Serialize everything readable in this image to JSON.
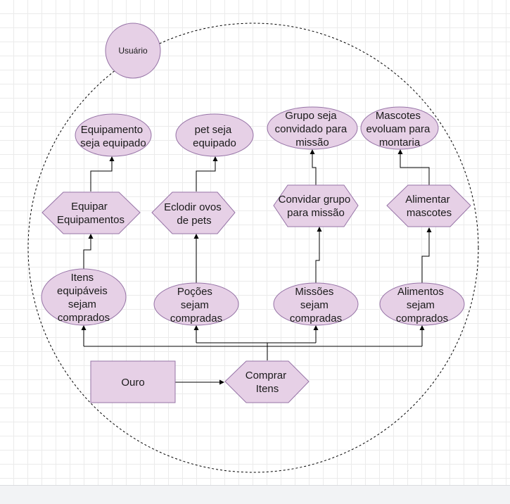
{
  "diagram": {
    "actor": "Usuário",
    "nodes": {
      "ouro": "Ouro",
      "comprar_itens": [
        "Comprar",
        "Itens"
      ],
      "itens_equipaveis": [
        "Itens",
        "equipáveis",
        "sejam",
        "comprados"
      ],
      "pocoes": [
        "Poções",
        "sejam",
        "compradas"
      ],
      "missoes": [
        "Missões",
        "sejam",
        "compradas"
      ],
      "alimentos": [
        "Alimentos",
        "sejam",
        "comprados"
      ],
      "equipar_equipamentos": [
        "Equipar",
        "Equipamentos"
      ],
      "eclodir_ovos": [
        "Eclodir ovos",
        "de pets"
      ],
      "convidar_grupo": [
        "Convidar grupo",
        "para missão"
      ],
      "alimentar_mascotes": [
        "Alimentar",
        "mascotes"
      ],
      "equipamento_equipado": [
        "Equipamento",
        "seja equipado"
      ],
      "pet_equipado": [
        "pet seja",
        "equipado"
      ],
      "grupo_convidado": [
        "Grupo seja",
        "convidado para",
        "missão"
      ],
      "mascotes_evoluam": [
        "Mascotes",
        "evoluam para",
        "montaria"
      ]
    }
  }
}
